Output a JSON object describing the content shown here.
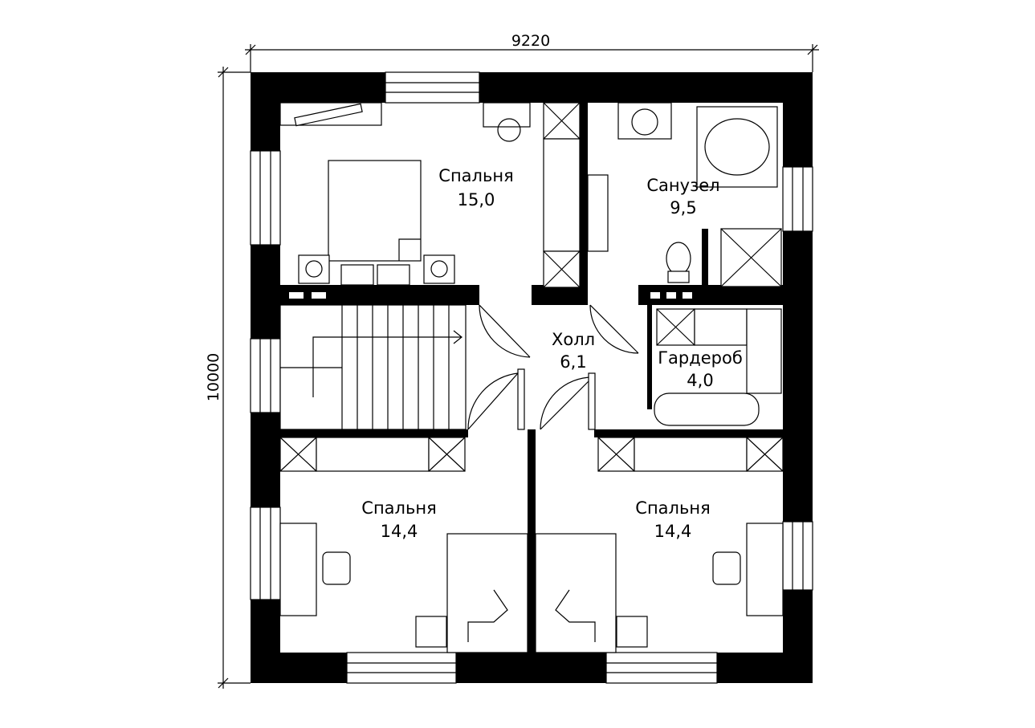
{
  "dimensions": {
    "width": "9220",
    "height": "10000"
  },
  "rooms": [
    {
      "name": "Спальня",
      "area": "15,0"
    },
    {
      "name": "Санузел",
      "area": "9,5"
    },
    {
      "name": "Холл",
      "area": "6,1"
    },
    {
      "name": "Гардероб",
      "area": "4,0"
    },
    {
      "name": "Спальня",
      "area": "14,4"
    },
    {
      "name": "Спальня",
      "area": "14,4"
    }
  ],
  "colors": {
    "wall": "#000000",
    "background": "#ffffff"
  }
}
